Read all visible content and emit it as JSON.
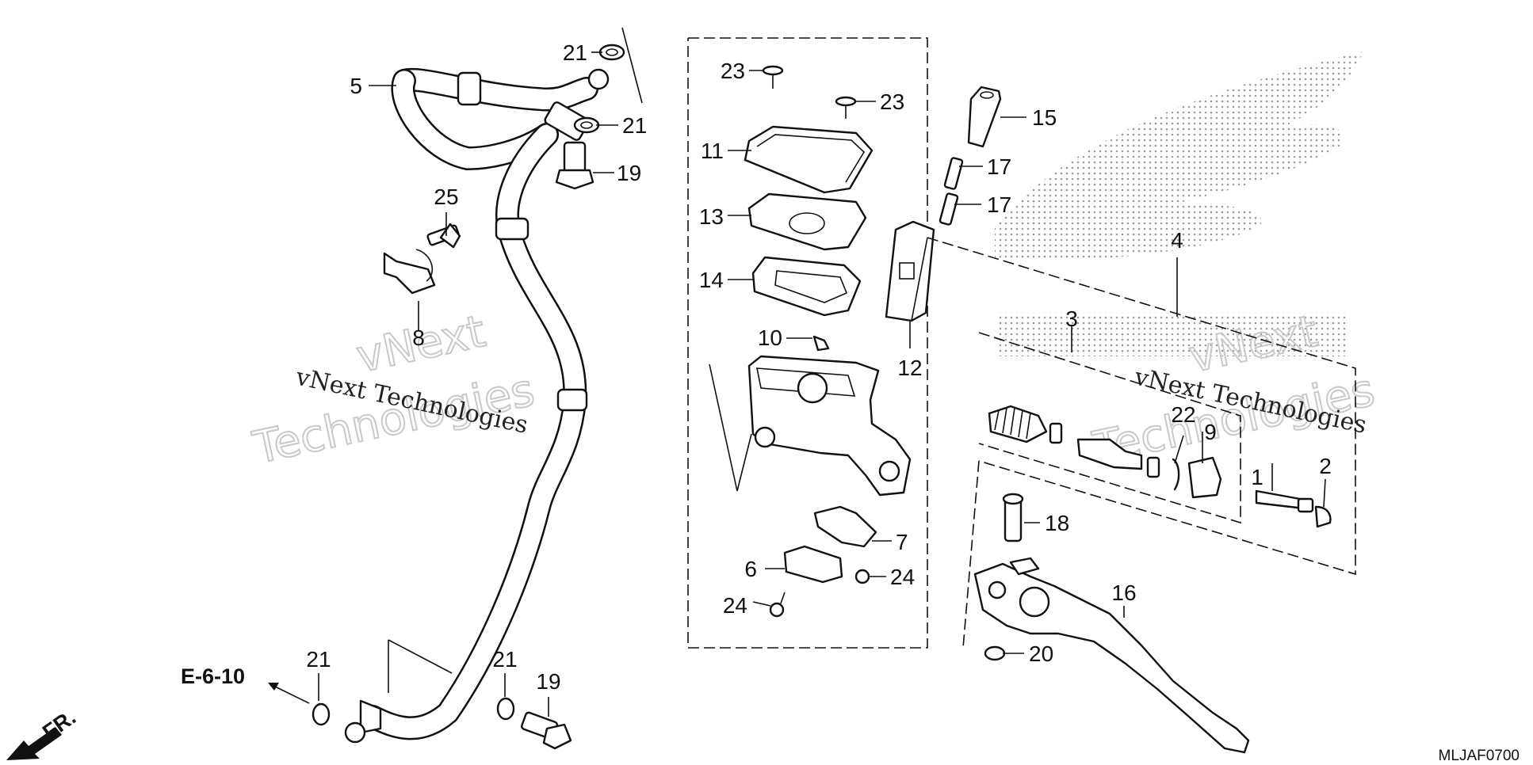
{
  "callouts": {
    "c1": "1",
    "c2": "2",
    "c3": "3",
    "c4": "4",
    "c5": "5",
    "c6": "6",
    "c7": "7",
    "c8": "8",
    "c9": "9",
    "c10": "10",
    "c11": "11",
    "c12": "12",
    "c13": "13",
    "c14": "14",
    "c15": "15",
    "c16": "16",
    "c17a": "17",
    "c17b": "17",
    "c18": "18",
    "c19a": "19",
    "c19b": "19",
    "c20": "20",
    "c21a": "21",
    "c21b": "21",
    "c21c": "21",
    "c21d": "21",
    "c22": "22",
    "c23a": "23",
    "c23b": "23",
    "c24a": "24",
    "c24b": "24",
    "c25": "25"
  },
  "reference": "E-6-10",
  "direction": "FR.",
  "diagram_code": "MLJAF0700",
  "watermark": {
    "line1": "vNext",
    "line2": "Technologies",
    "caption": "vNext Technologies"
  }
}
